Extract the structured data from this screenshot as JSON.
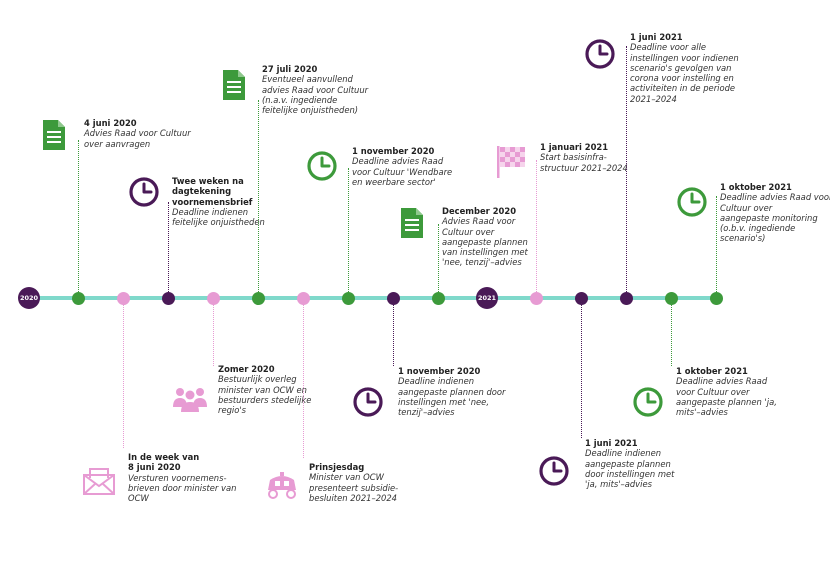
{
  "years": [
    "2020",
    "2021"
  ],
  "events": [
    {
      "id": "e1",
      "date": "4 juni 2020",
      "lines": [
        "Advies Raad voor Cultuur",
        "over aanvragen"
      ],
      "icon": "document-icon"
    },
    {
      "id": "e2",
      "date": "In de week van",
      "date2": "8 juni 2020",
      "lines": [
        "Versturen voornemens-",
        "brieven door minister van",
        "OCW"
      ],
      "icon": "envelope-icon"
    },
    {
      "id": "e3",
      "date": "Twee weken na",
      "date2": "dagtekening",
      "date3": "voornemensbrief",
      "lines": [
        "Deadline indienen",
        "feitelijke onjuistheden"
      ],
      "icon": "clock-icon"
    },
    {
      "id": "e4",
      "date": "Zomer 2020",
      "lines": [
        "Bestuurlijk overleg",
        "minister van OCW en",
        "bestuurders stedelijke",
        "regio's"
      ],
      "icon": "people-icon"
    },
    {
      "id": "e5",
      "date": "27 juli 2020",
      "lines": [
        "Eventueel aanvullend",
        "advies Raad voor Cultuur",
        "(n.a.v. ingediende",
        "feitelijke onjuistheden)"
      ],
      "icon": "document-icon"
    },
    {
      "id": "e6",
      "date": "Prinsjesdag",
      "lines": [
        "Minister van OCW",
        "presenteert subsidie-",
        "besluiten 2021–2024"
      ],
      "icon": "carriage-icon"
    },
    {
      "id": "e7",
      "date": "1 november 2020",
      "lines": [
        "Deadline advies Raad",
        "voor Cultuur 'Wendbare",
        "en weerbare sector'"
      ],
      "icon": "clock-icon"
    },
    {
      "id": "e8",
      "date": "1 november 2020",
      "lines": [
        "Deadline indienen",
        "aangepaste plannen door",
        "instellingen met 'nee,",
        "tenzij'–advies"
      ],
      "icon": "clock-icon"
    },
    {
      "id": "e9",
      "date": "December 2020",
      "lines": [
        "Advies Raad voor",
        "Cultuur over",
        "aangepaste plannen",
        "van instellingen met",
        "'nee, tenzij'–advies"
      ],
      "icon": "document-icon"
    },
    {
      "id": "e10",
      "date": "1 januari 2021",
      "lines": [
        "Start basisinfra-",
        "structuur 2021–2024"
      ],
      "icon": "checkered-flag-icon"
    },
    {
      "id": "e11",
      "date": "1 juni 2021",
      "lines": [
        "Deadline indienen",
        "aangepaste plannen",
        "door instellingen met",
        "'ja, mits'–advies"
      ],
      "icon": "clock-icon"
    },
    {
      "id": "e12",
      "date": "1 juni 2021",
      "lines": [
        "Deadline voor alle",
        "instellingen voor indienen",
        "scenario's gevolgen van",
        "corona voor instelling en",
        "activiteiten in de periode",
        "2021–2024"
      ],
      "icon": "clock-icon"
    },
    {
      "id": "e13",
      "date": "1 oktober 2021",
      "lines": [
        "Deadline advies Raad",
        "voor Cultuur over",
        "aangepaste plannen 'ja,",
        "mits'–advies"
      ],
      "icon": "clock-icon"
    },
    {
      "id": "e14",
      "date": "1 oktober 2021",
      "lines": [
        "Deadline advies Raad voor",
        "Cultuur over",
        "aangepaste monitoring",
        "(o.b.v. ingediende",
        "scenario's)"
      ],
      "icon": "clock-icon"
    }
  ],
  "colors": {
    "line": "#7fd9cb",
    "green": "#3d9a3b",
    "pink": "#e79bd3",
    "purple": "#4a1a57"
  }
}
